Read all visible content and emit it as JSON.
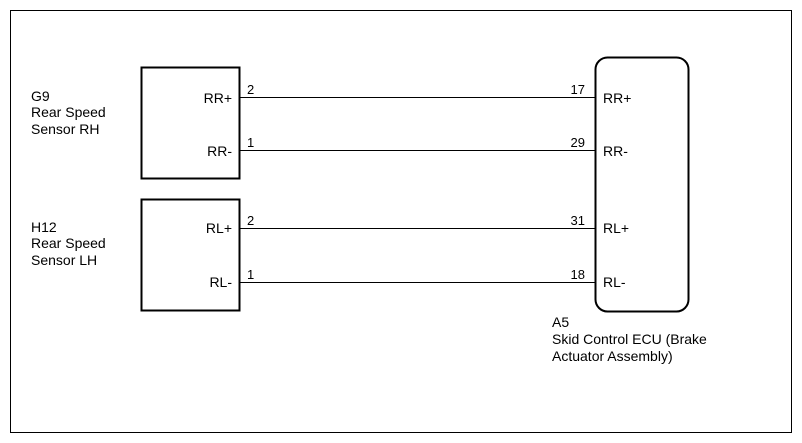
{
  "sensor_rh": {
    "code": "G9",
    "name_line1": "Rear Speed",
    "name_line2": "Sensor RH",
    "terminals": [
      {
        "label": "RR+",
        "pin": "2"
      },
      {
        "label": "RR-",
        "pin": "1"
      }
    ]
  },
  "sensor_lh": {
    "code": "H12",
    "name_line1": "Rear Speed",
    "name_line2": "Sensor LH",
    "terminals": [
      {
        "label": "RL+",
        "pin": "2"
      },
      {
        "label": "RL-",
        "pin": "1"
      }
    ]
  },
  "ecu": {
    "code": "A5",
    "name_line1": "Skid Control ECU (Brake",
    "name_line2": "Actuator Assembly)",
    "terminals": [
      {
        "label": "RR+",
        "pin": "17"
      },
      {
        "label": "RR-",
        "pin": "29"
      },
      {
        "label": "RL+",
        "pin": "31"
      },
      {
        "label": "RL-",
        "pin": "18"
      }
    ]
  }
}
